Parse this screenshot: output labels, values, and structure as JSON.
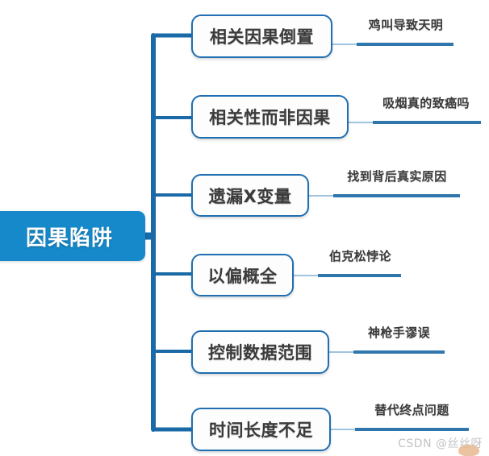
{
  "diagram": {
    "type": "mind-map",
    "title": "因果陷阱",
    "root": {
      "label": "因果陷阱",
      "color": "#1589ca",
      "text_color": "#ffffff"
    },
    "branch_color": "#1f6fb2",
    "trunk_color": "#1b6aa8",
    "leaf_rule_color": "#2f76ad",
    "branches": [
      {
        "label": "相关因果倒置",
        "leaf": "鸡叫导致天明"
      },
      {
        "label": "相关性而非因果",
        "leaf": "吸烟真的致癌吗"
      },
      {
        "label": "遗漏X变量",
        "leaf": "找到背后真实原因"
      },
      {
        "label": "以偏概全",
        "leaf": "伯克松悖论"
      },
      {
        "label": "控制数据范围",
        "leaf": "神枪手谬误"
      },
      {
        "label": "时间长度不足",
        "leaf": "替代终点问题"
      }
    ]
  },
  "watermark": {
    "text": "CSDN @丝丝呀"
  }
}
